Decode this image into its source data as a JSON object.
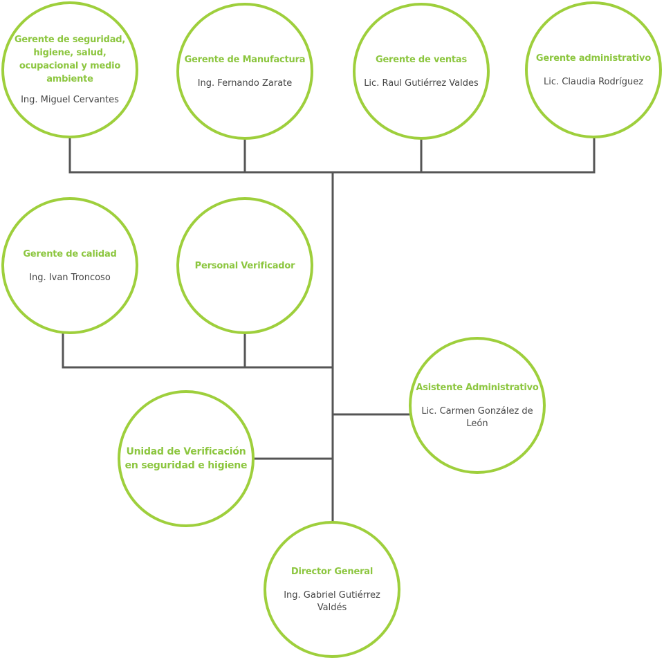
{
  "nodes": {
    "seguridad": {
      "title": "Gerente de seguridad, higiene, salud, ocupacional y medio ambiente",
      "name": "Ing. Miguel Cervantes"
    },
    "manufactura": {
      "title": "Gerente de Manufactura",
      "name": "Ing. Fernando Zarate"
    },
    "ventas": {
      "title": "Gerente de ventas",
      "name": "Lic. Raul Gutiérrez Valdes"
    },
    "administrativo": {
      "title": "Gerente administrativo",
      "name": "Lic. Claudia Rodríguez"
    },
    "calidad": {
      "title": "Gerente de calidad",
      "name": "Ing. Ivan Troncoso"
    },
    "verificador": {
      "title": "Personal Verificador",
      "name": ""
    },
    "asistente": {
      "title": "Asistente Administrativo",
      "name": "Lic. Carmen González de León"
    },
    "unidad": {
      "title": "Unidad de Verificación en seguridad e higiene",
      "name": ""
    },
    "director": {
      "title": "Director General",
      "name": "Ing. Gabriel Gutiérrez Valdés"
    }
  },
  "colors": {
    "accent": "#8cc63f",
    "border": "#9ecf3c",
    "connector": "#555555",
    "name_text": "#444444"
  }
}
